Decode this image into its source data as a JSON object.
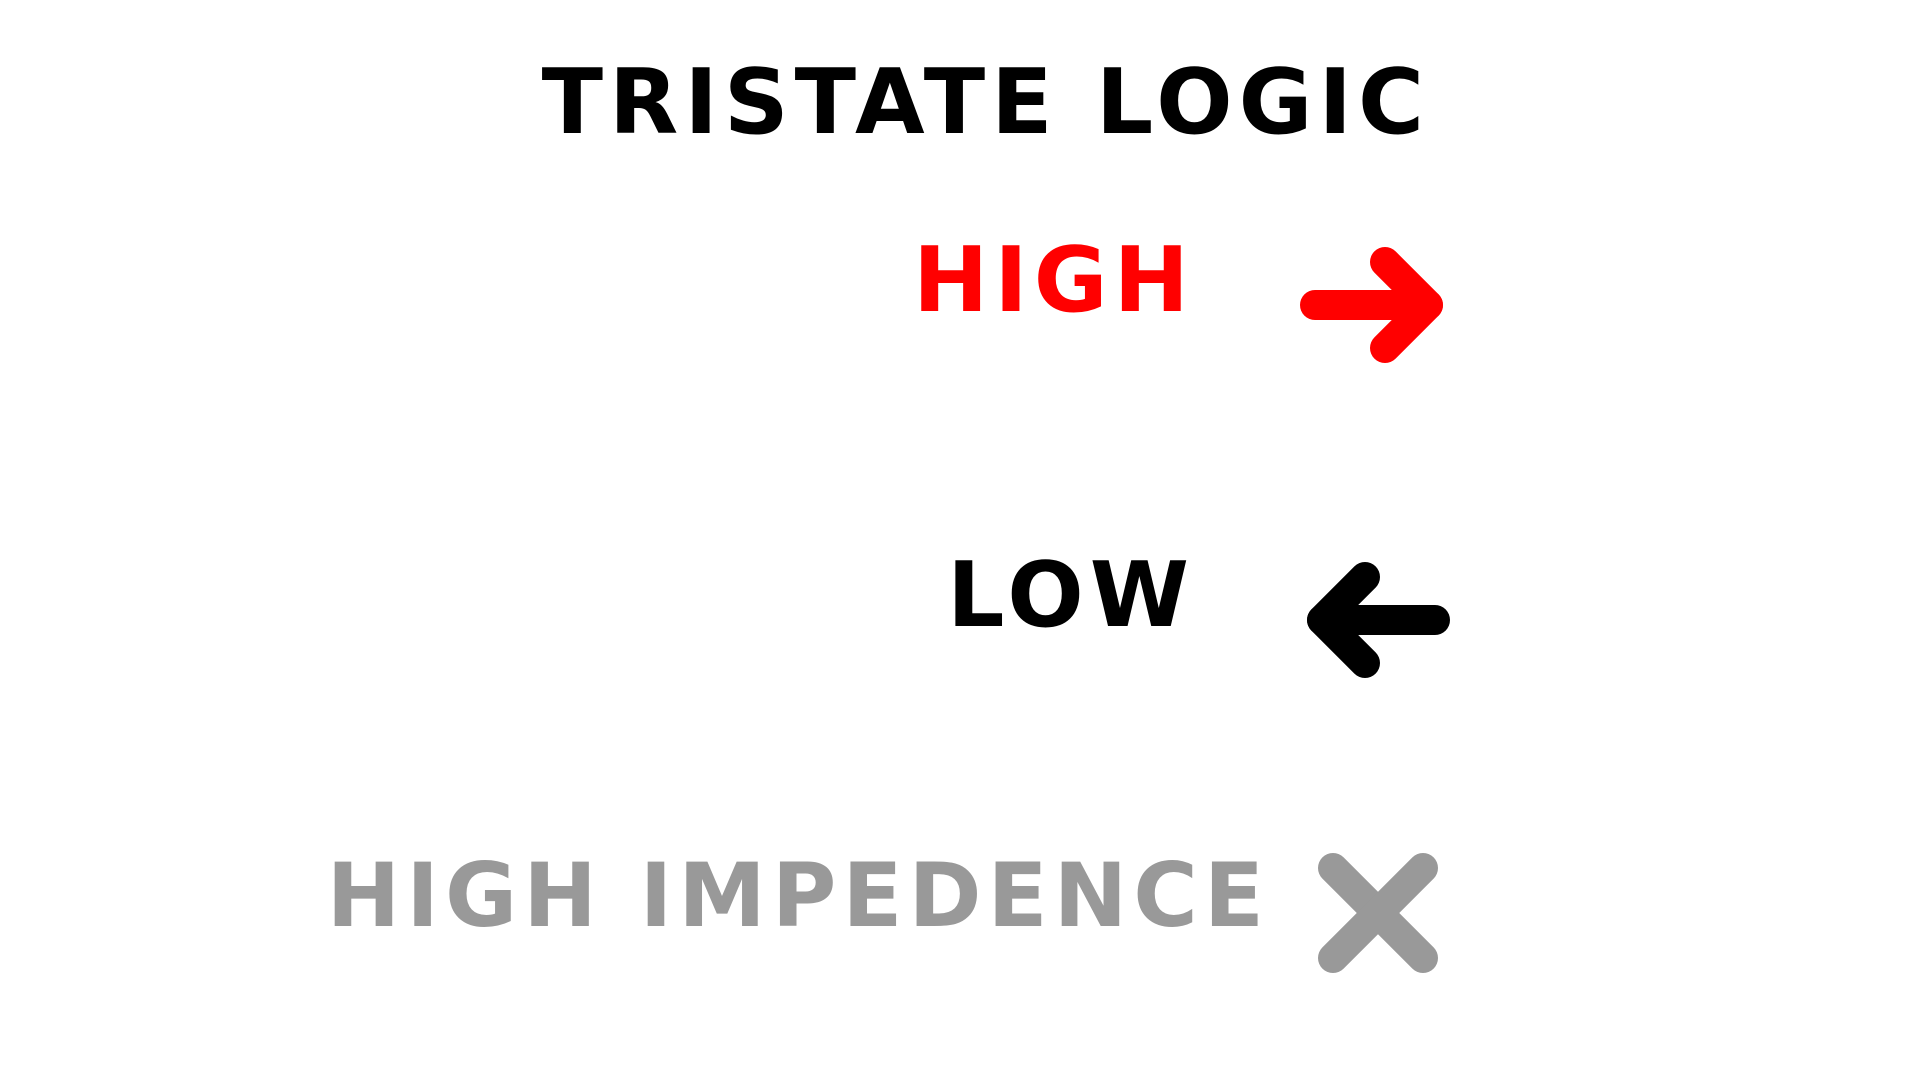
{
  "title": "TRISTATE LOGIC",
  "states": [
    {
      "label": "HIGH",
      "color": "#ff0000",
      "icon": "arrow-right-icon"
    },
    {
      "label": "LOW",
      "color": "#000000",
      "icon": "arrow-left-icon"
    },
    {
      "label": "HIGH IMPEDENCE",
      "color": "#999999",
      "icon": "x-icon"
    }
  ],
  "title_color": "#000000"
}
